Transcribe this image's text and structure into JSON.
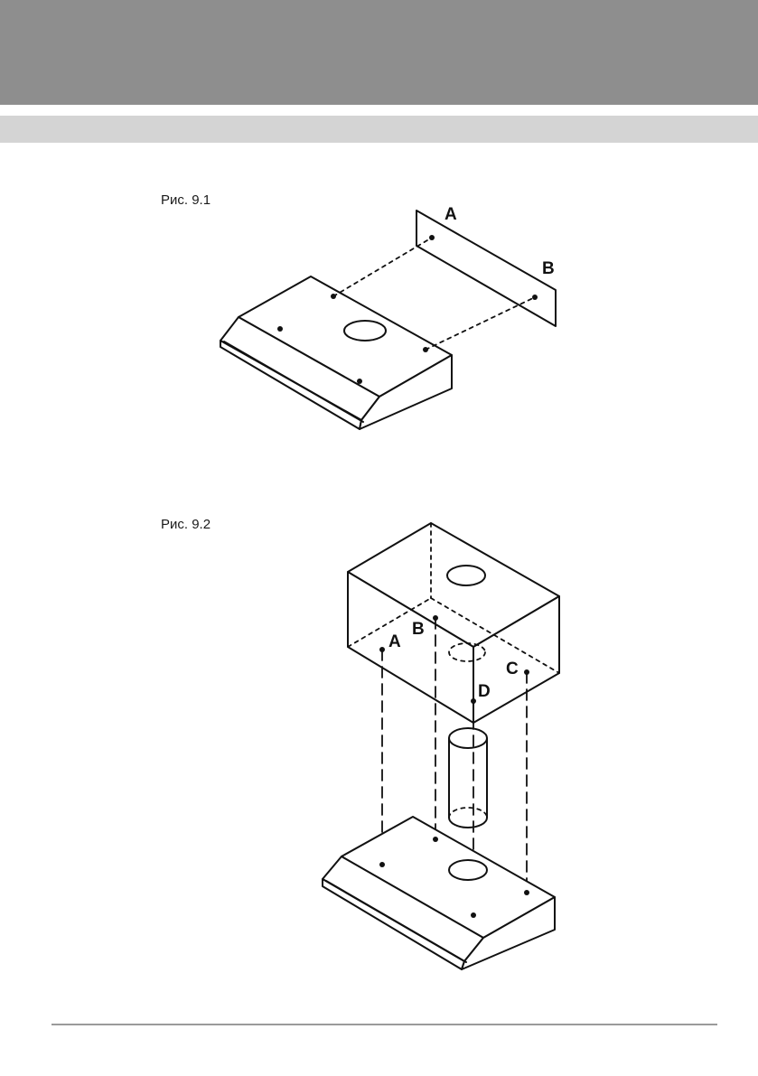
{
  "figures": [
    {
      "caption": "Рис. 9.1",
      "labels": {
        "a": "A",
        "b": "B"
      }
    },
    {
      "caption": "Рис. 9.2",
      "labels": {
        "a": "A",
        "b": "B",
        "c": "C",
        "d": "D"
      }
    }
  ],
  "colors": {
    "header_band": "#8e8e8e",
    "sub_band": "#d4d4d4",
    "line": "#111111",
    "footer_rule": "#9a9a9a"
  }
}
